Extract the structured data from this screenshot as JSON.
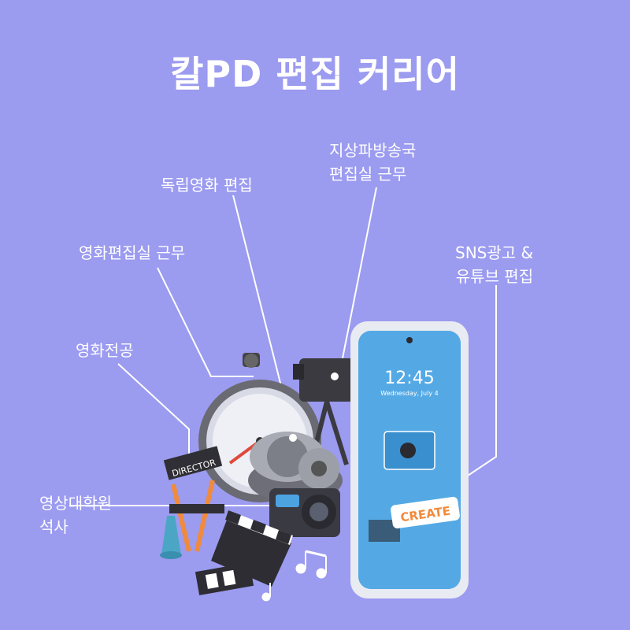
{
  "title": "칼PD 편집 커리어",
  "labels": {
    "film_major": "영화전공",
    "film_editing_room": "영화편집실 근무",
    "indie_film": "독립영화 편집",
    "broadcast_line1": "지상파방송국",
    "broadcast_line2": "편집실 근무",
    "sns_line1": "SNS광고 &",
    "sns_line2": "유튜브 편집",
    "grad_line1": "영상대학원",
    "grad_line2": "석사"
  },
  "phone": {
    "time": "12:45",
    "date": "Wednesday, July 4",
    "create_label": "CREATE"
  },
  "director_chair_label": "DIRECTOR",
  "colors": {
    "background": "#9b9bf0",
    "text": "#ffffff",
    "accent_orange": "#f08a3c",
    "screen_blue": "#4da3e0"
  }
}
